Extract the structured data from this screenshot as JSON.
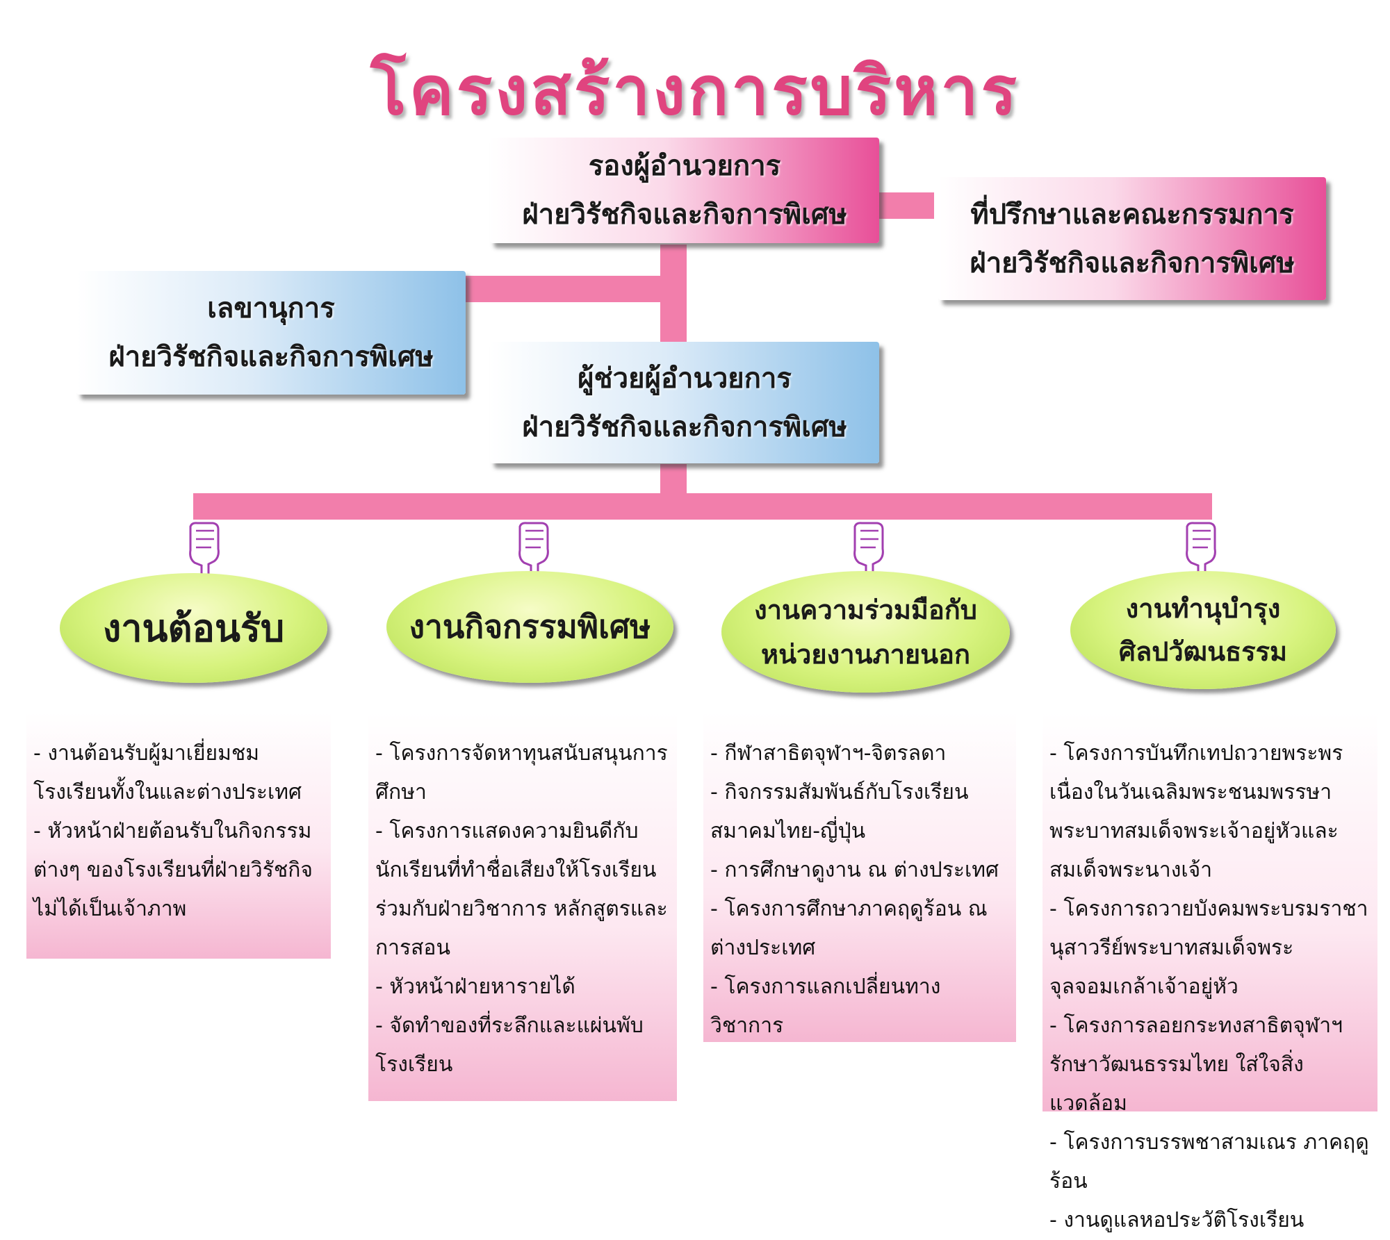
{
  "title": "โครงสร้างการบริหาร",
  "nodes": {
    "deputy": [
      "รองผู้อำนวยการ",
      "ฝ่ายวิรัชกิจและกิจการพิเศษ"
    ],
    "advisor": [
      "ที่ปรึกษาและคณะกรรมการ",
      "ฝ่ายวิรัชกิจและกิจการพิเศษ"
    ],
    "secretary": [
      "เลขานุการ",
      "ฝ่ายวิรัชกิจและกิจการพิเศษ"
    ],
    "assistant": [
      "ผู้ช่วยผู้อำนวยการ",
      "ฝ่ายวิรัชกิจและกิจการพิเศษ"
    ]
  },
  "units": [
    {
      "name": [
        "งานต้อนรับ"
      ],
      "tasks": [
        "- งานต้อนรับผู้มาเยี่ยมชมโรงเรียนทั้งในและต่างประเทศ",
        "- หัวหน้าฝ่ายต้อนรับในกิจกรรมต่างๆ ของโรงเรียนที่ฝ่ายวิรัชกิจไม่ได้เป็นเจ้าภาพ"
      ]
    },
    {
      "name": [
        "งานกิจกรรมพิเศษ"
      ],
      "tasks": [
        "- โครงการจัดหาทุนสนับสนุนการศึกษา",
        "- โครงการแสดงความยินดีกับนักเรียนที่ทำชื่อเสียงให้โรงเรียน ร่วมกับฝ่ายวิชาการ หลักสูตรและการสอน",
        "- หัวหน้าฝ่ายหารายได้",
        "- จัดทำของที่ระลึกและแผ่นพับโรงเรียน"
      ]
    },
    {
      "name": [
        "งานความร่วมมือกับ",
        "หน่วยงานภายนอก"
      ],
      "tasks": [
        "- กีฬาสาธิตจุฬาฯ-จิตรลดา",
        "- กิจกรรมสัมพันธ์กับโรงเรียนสมาคมไทย-ญี่ปุ่น",
        "- การศึกษาดูงาน ณ ต่างประเทศ",
        "- โครงการศึกษาภาคฤดูร้อน ณ ต่างประเทศ",
        "- โครงการแลกเปลี่ยนทางวิชาการ"
      ]
    },
    {
      "name": [
        "งานทำนุบำรุง",
        "ศิลปวัฒนธรรม"
      ],
      "tasks": [
        "- โครงการบันทึกเทปถวายพระพรเนื่องในวันเฉลิมพระชนมพรรษาพระบาทสมเด็จพระเจ้าอยู่หัวและสมเด็จพระนางเจ้า",
        "- โครงการถวายบังคมพระบรมราชานุสาวรีย์พระบาทสมเด็จพระจุลจอมเกล้าเจ้าอยู่หัว",
        "- โครงการลอยกระทงสาธิตจุฬาฯ รักษาวัฒนธรรมไทย ใส่ใจสิ่งแวดล้อม",
        "- โครงการบรรพชาสามเณร ภาคฤดูร้อน",
        "- งานดูแลหอประวัติโรงเรียน"
      ]
    }
  ],
  "colors": {
    "title": "#e0447f",
    "connector": "#f27eab",
    "pink_box": "#e84f98",
    "blue_box": "#8ec1e8",
    "oval": "#c7ea64",
    "hand_outline": "#a23fb0"
  },
  "icons": {
    "pointer": "pointing-down-hand-icon"
  }
}
